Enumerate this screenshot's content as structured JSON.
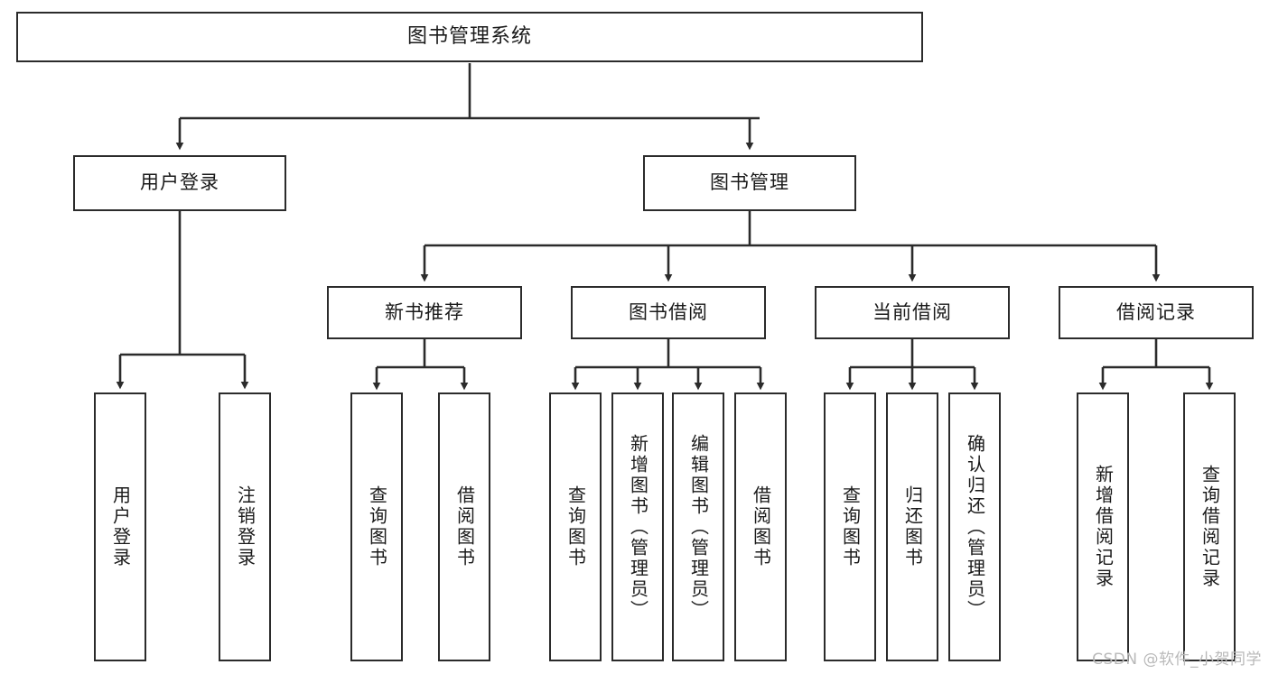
{
  "diagram": {
    "title": "图书管理系统",
    "type": "tree-hierarchy",
    "watermark": "CSDN @软件_小贺同学",
    "colors": {
      "node_border": "#2b2b2b",
      "node_fill": "#ffffff",
      "edge": "#2b2b2b",
      "text": "#1a1a1a",
      "watermark": "#b9b9b9",
      "background": "#ffffff"
    },
    "root": {
      "label": "图书管理系统"
    },
    "level2": [
      {
        "label": "用户登录"
      },
      {
        "label": "图书管理"
      }
    ],
    "level3": [
      {
        "label": "新书推荐"
      },
      {
        "label": "图书借阅"
      },
      {
        "label": "当前借阅"
      },
      {
        "label": "借阅记录"
      }
    ],
    "leaves": {
      "user_login": [
        {
          "label": "用户登录"
        },
        {
          "label": "注销登录"
        }
      ],
      "new_book_recommend": [
        {
          "label": "查询图书"
        },
        {
          "label": "借阅图书"
        }
      ],
      "book_borrow": [
        {
          "label": "查询图书"
        },
        {
          "label": "新增图书（管理员）"
        },
        {
          "label": "编辑图书（管理员）"
        },
        {
          "label": "借阅图书"
        }
      ],
      "current_borrow": [
        {
          "label": "查询图书"
        },
        {
          "label": "归还图书"
        },
        {
          "label": "确认归还（管理员）"
        }
      ],
      "borrow_record": [
        {
          "label": "新增借阅记录"
        },
        {
          "label": "查询借阅记录"
        }
      ]
    }
  }
}
